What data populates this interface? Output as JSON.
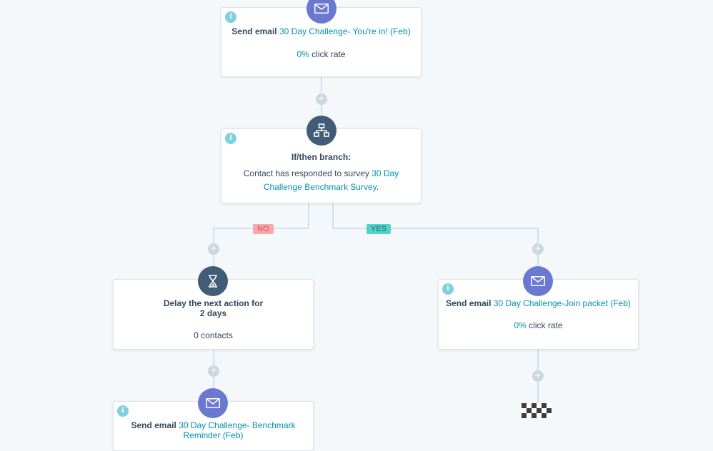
{
  "colors": {
    "background": "#f5f8fa",
    "link": "#0091ae",
    "email_node": "#6a78d1",
    "action_node": "#425b76",
    "connector": "#cbd6e2",
    "no_tag": "#f8a9ad",
    "yes_tag": "#51d3c7"
  },
  "nodes": {
    "email_youre_in": {
      "icon": "envelope-icon",
      "prefix": "Send email ",
      "email_name": "30 Day Challenge- You're in! (Feb)",
      "rate_value": "0%",
      "rate_label": " click rate"
    },
    "branch": {
      "icon": "branch-icon",
      "title": "If/then branch:",
      "condition_prefix": "Contact has responded to survey ",
      "survey_name": "30 Day Challenge Benchmark Survey",
      "condition_suffix": "."
    },
    "delay": {
      "icon": "hourglass-icon",
      "title": "Delay the next action for",
      "duration": "2 days",
      "contacts": "0 contacts"
    },
    "email_join_packet": {
      "icon": "envelope-icon",
      "prefix": "Send email ",
      "email_name": "30 Day Challenge-Join packet (Feb)",
      "rate_value": "0%",
      "rate_label": " click rate"
    },
    "email_reminder": {
      "icon": "envelope-icon",
      "prefix": "Send email ",
      "email_name": "30 Day Challenge- Benchmark Reminder (Feb)"
    }
  },
  "branch_labels": {
    "no": "NO",
    "yes": "YES"
  },
  "info_glyph": "i",
  "add_glyph": "+"
}
